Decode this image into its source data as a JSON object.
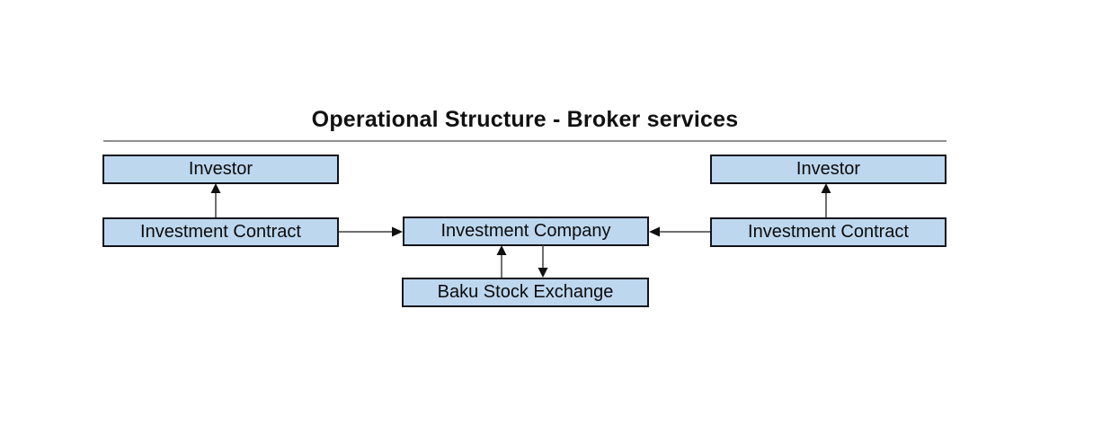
{
  "diagram": {
    "title": "Operational Structure - Broker services",
    "nodes": {
      "investor_left": {
        "label": "Investor"
      },
      "investment_contract_left": {
        "label": "Investment Contract"
      },
      "investment_company": {
        "label": "Investment Company"
      },
      "baku_stock_exchange": {
        "label": "Baku Stock Exchange"
      },
      "investor_right": {
        "label": "Investor"
      },
      "investment_contract_right": {
        "label": "Investment Contract"
      }
    },
    "edges": [
      {
        "from": "Investment Contract (left)",
        "to": "Investor (left)",
        "arrow": "up"
      },
      {
        "from": "Investment Contract (left)",
        "to": "Investment Company",
        "arrow": "right"
      },
      {
        "from": "Baku Stock Exchange",
        "to": "Investment Company",
        "arrow": "up"
      },
      {
        "from": "Investment Company",
        "to": "Baku Stock Exchange",
        "arrow": "down"
      },
      {
        "from": "Investment Contract (right)",
        "to": "Investment Company",
        "arrow": "left"
      },
      {
        "from": "Investment Contract (right)",
        "to": "Investor (right)",
        "arrow": "up"
      }
    ],
    "colors": {
      "node_fill": "#bdd7ee",
      "node_border": "#14141b",
      "arrow_line": "#404040",
      "arrowhead": "#101010",
      "divider": "#8f8f8f",
      "title": "#111111"
    }
  }
}
